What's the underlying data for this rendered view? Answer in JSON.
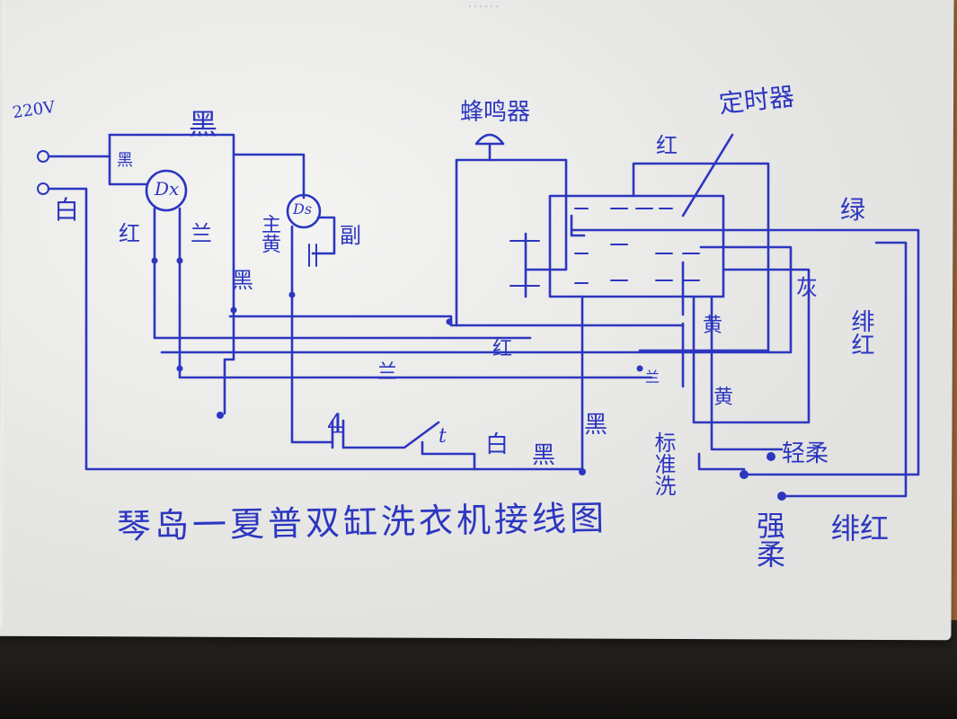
{
  "colors": {
    "ink": "#2c36c0",
    "paper": "#eeeeec",
    "desk": "#c58d55"
  },
  "labels": {
    "supply_voltage": "220V",
    "wire_black_top": "黑",
    "wire_black_small": "黑",
    "wire_white_left": "白",
    "wire_red_left": "红",
    "wire_blue_left": "兰",
    "motor_dx": "Dx",
    "motor_ds": "Ds",
    "main_yellow": "主黄",
    "secondary": "副",
    "black_mid": "黑",
    "buzzer": "蜂鸣器",
    "timer": "定时器",
    "red_top": "红",
    "green": "绿",
    "red_long": "红",
    "blue_long": "兰",
    "blue_small": "兰",
    "yellow_1": "黄",
    "yellow_2": "黄",
    "gray": "灰",
    "pink_red_1": "绯红",
    "black_lower": "黑",
    "t_mark": "t",
    "lid_switch": "4",
    "white_bottom": "白",
    "black_bottom": "黑",
    "standard_wash": "标准洗",
    "gentle": "轻柔",
    "strong": "强柔",
    "pink_red_2": "绯红",
    "title": "琴岛一夏普双缸洗衣机接线图",
    "top_faint": "……"
  }
}
